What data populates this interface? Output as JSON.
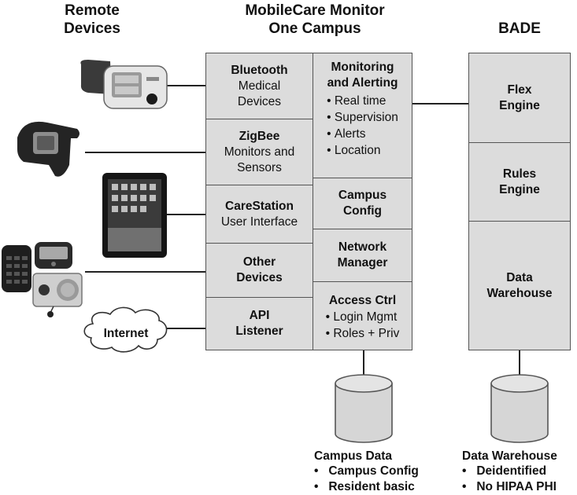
{
  "headings": {
    "remote_line1": "Remote",
    "remote_line2": "Devices",
    "center_line1": "MobileCare Monitor",
    "center_line2": "One Campus",
    "bade": "BADE"
  },
  "left_column": [
    {
      "bold": "Bluetooth",
      "normal1": "Medical",
      "normal2": "Devices"
    },
    {
      "bold": "ZigBee",
      "normal1": "Monitors and",
      "normal2": "Sensors"
    },
    {
      "bold": "CareStation",
      "normal1": "User Interface"
    },
    {
      "bold1": "Other",
      "bold2": "Devices"
    },
    {
      "bold1": "API",
      "bold2": "Listener"
    }
  ],
  "mid_column": {
    "monitoring": {
      "title1": "Monitoring",
      "title2": "and Alerting",
      "bullets": [
        "Real time",
        "Supervision",
        "Alerts",
        "Location"
      ]
    },
    "campus_config": {
      "line1": "Campus",
      "line2": "Config"
    },
    "network_manager": {
      "line1": "Network",
      "line2": "Manager"
    },
    "access_ctrl": {
      "title": "Access Ctrl",
      "bullets": [
        "Login Mgmt",
        "Roles + Priv"
      ]
    }
  },
  "bade_column": {
    "flex": {
      "line1": "Flex",
      "line2": "Engine"
    },
    "rules": {
      "line1": "Rules",
      "line2": "Engine"
    },
    "warehouse": {
      "line1": "Data",
      "line2": "Warehouse"
    }
  },
  "internet_label": "Internet",
  "campus_data": {
    "title": "Campus Data",
    "items": [
      "Campus Config",
      "Resident basic"
    ]
  },
  "data_warehouse": {
    "title": "Data Warehouse",
    "items": [
      "Deidentified",
      "No HIPAA PHI"
    ]
  },
  "colors": {
    "box_fill": "#dcdcdc",
    "border": "#555555",
    "line": "#222222"
  }
}
